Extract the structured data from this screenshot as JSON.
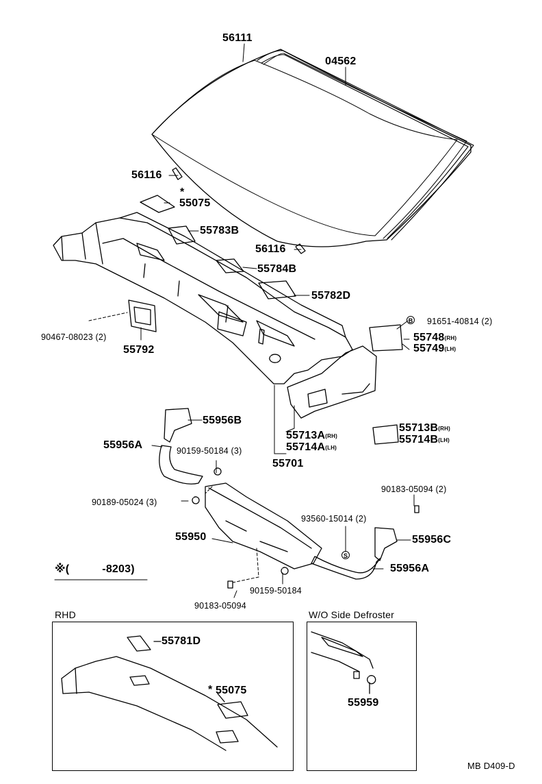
{
  "labels": {
    "p56111": "56111",
    "p04562": "04562",
    "p56116a": "56116",
    "p56116b": "56116",
    "p55075": "55075",
    "p55783b": "55783B",
    "p55784b": "55784B",
    "p55782d": "55782D",
    "p91651": "91651-40814 (2)",
    "p55748": "55748",
    "p55748s": "(RH)",
    "p55749": "55749",
    "p55749s": "(LH)",
    "p90467": "90467-08023 (2)",
    "p55792": "55792",
    "p55956b": "55956B",
    "p55956a1": "55956A",
    "p55713a": "55713A",
    "p55713as": "(RH)",
    "p55714a": "55714A",
    "p55714as": "(LH)",
    "p55701": "55701",
    "p55713b": "55713B",
    "p55713bs": "(RH)",
    "p55714b": "55714B",
    "p55714bs": "(LH)",
    "p90159a": "90159-50184 (3)",
    "p90189": "90189-05024 (3)",
    "p90183a": "90183-05094 (2)",
    "p93560": "93560-15014 (2)",
    "p55956c": "55956C",
    "p55950": "55950",
    "p55956a2": "55956A",
    "p90159b": "90159-50184",
    "p90183b": "90183-05094",
    "p55781d": "55781D",
    "p55075b": "55075",
    "p55959": "55959"
  },
  "notes": {
    "asterisk": "※",
    "asterisk_small": "*",
    "footnote_open": "※(",
    "footnote_value": "-8203)"
  },
  "circle_marks": {
    "b": "B",
    "s": "S"
  },
  "insets": {
    "rhd_title": "RHD",
    "wo_title": "W/O Side Defroster"
  },
  "code": "MB D409-D"
}
